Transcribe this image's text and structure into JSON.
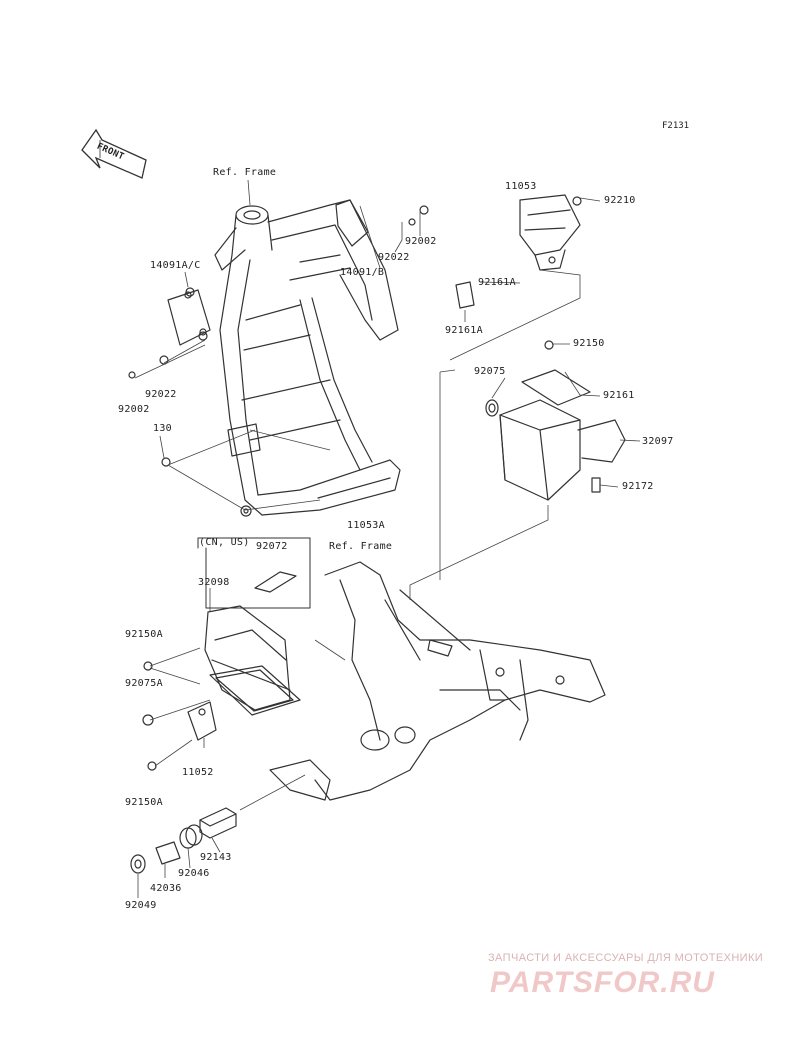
{
  "diagram": {
    "code": "F2131",
    "front_label": "FRONT",
    "variant_label": "(CN, US)",
    "labels": {
      "ref_frame_top": "Ref. Frame",
      "ref_frame_bottom": "Ref. Frame",
      "p11053": "11053",
      "p92210": "92210",
      "p92002_top": "92002",
      "p92022_top": "92022",
      "p14091b": "14091/B",
      "p14091ac": "14091A/C",
      "p92161a_1": "92161A",
      "p92161a_2": "92161A",
      "p92150": "92150",
      "p92075": "92075",
      "p92161": "92161",
      "p92022_left": "92022",
      "p92002_left": "92002",
      "p32097": "32097",
      "p130": "130",
      "p92172": "92172",
      "p11053a": "11053A",
      "p92072": "92072",
      "p32098": "32098",
      "p92150a_1": "92150A",
      "p92075a": "92075A",
      "p11052": "11052",
      "p92150a_2": "92150A",
      "p92143": "92143",
      "p92046": "92046",
      "p42036": "42036",
      "p92049": "92049"
    }
  },
  "watermark": {
    "tagline": "ЗАПЧАСТИ И АКСЕССУАРЫ ДЛЯ МОТОТЕХНИКИ",
    "brand": "PARTSFOR.RU",
    "color": "#f1c8c8"
  }
}
